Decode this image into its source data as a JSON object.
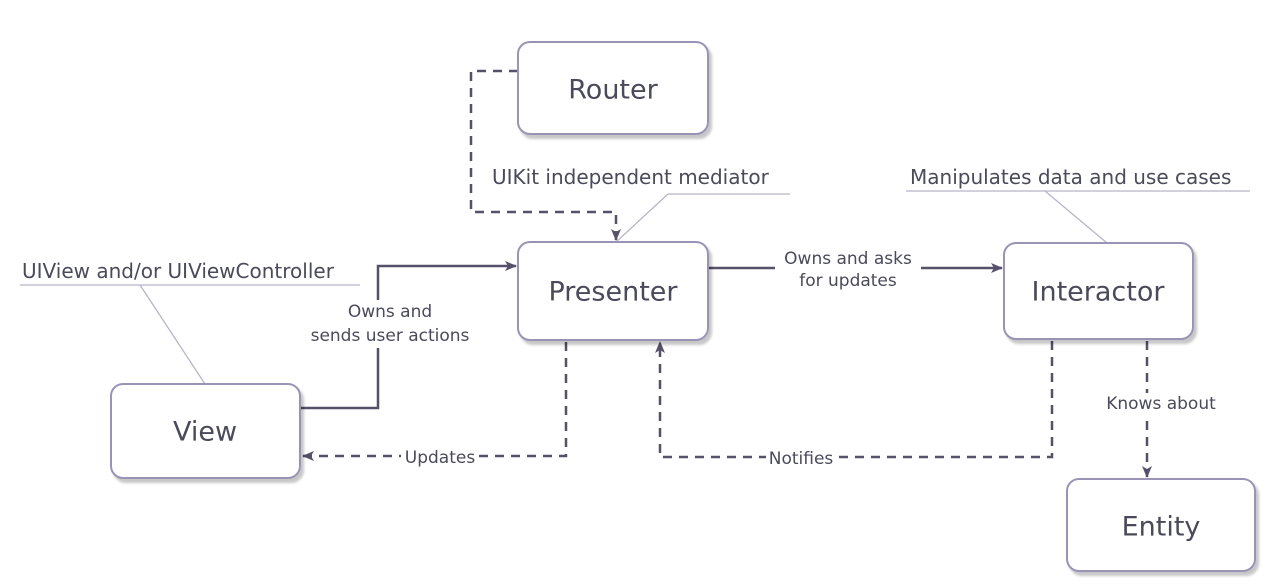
{
  "nodes": {
    "router": "Router",
    "presenter": "Presenter",
    "interactor": "Interactor",
    "view": "View",
    "entity": "Entity"
  },
  "annotations": {
    "router_presenter": "UIKit independent mediator",
    "interactor": "Manipulates data and use cases",
    "view": "UIView and/or UIViewController"
  },
  "edges": {
    "view_to_presenter": [
      "Owns and",
      "sends user actions"
    ],
    "presenter_to_interactor": [
      "Owns and asks",
      "for updates"
    ],
    "presenter_to_view": "Updates",
    "interactor_to_presenter": "Notifies",
    "interactor_to_entity": "Knows about"
  },
  "colors": {
    "box_border": "#9b93b6",
    "edge": "#565068",
    "text": "#4a4a5a",
    "callout": "#b9b4c9"
  }
}
